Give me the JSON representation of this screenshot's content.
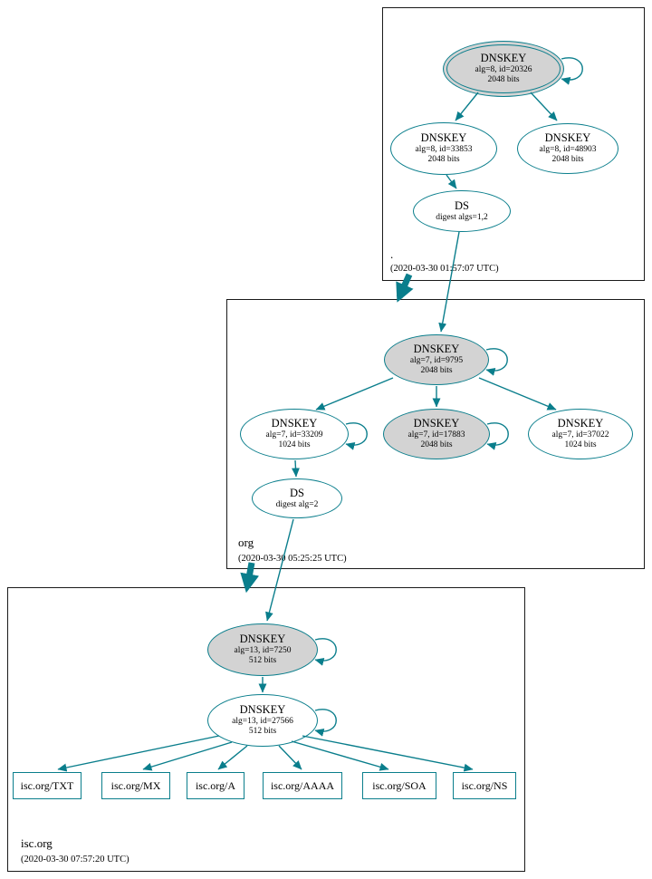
{
  "colors": {
    "edge": "#0a7e8c",
    "node_border": "#0a7e8c",
    "ksk_fill": "#d3d3d3",
    "background": "#ffffff"
  },
  "zones": [
    {
      "label": ".",
      "timestamp": "(2020-03-30 01:57:07 UTC)",
      "nodes": {
        "ksk": {
          "title": "DNSKEY",
          "detail": "alg=8, id=20326",
          "bits": "2048 bits"
        },
        "zsk1": {
          "title": "DNSKEY",
          "detail": "alg=8, id=33853",
          "bits": "2048 bits"
        },
        "zsk2": {
          "title": "DNSKEY",
          "detail": "alg=8, id=48903",
          "bits": "2048 bits"
        },
        "ds": {
          "title": "DS",
          "detail": "digest algs=1,2"
        }
      }
    },
    {
      "label": "org",
      "timestamp": "(2020-03-30 05:25:25 UTC)",
      "nodes": {
        "ksk": {
          "title": "DNSKEY",
          "detail": "alg=7, id=9795",
          "bits": "2048 bits"
        },
        "zsk1": {
          "title": "DNSKEY",
          "detail": "alg=7, id=33209",
          "bits": "1024 bits"
        },
        "ksk2": {
          "title": "DNSKEY",
          "detail": "alg=7, id=17883",
          "bits": "2048 bits"
        },
        "zsk2": {
          "title": "DNSKEY",
          "detail": "alg=7, id=37022",
          "bits": "1024 bits"
        },
        "ds": {
          "title": "DS",
          "detail": "digest alg=2"
        }
      }
    },
    {
      "label": "isc.org",
      "timestamp": "(2020-03-30 07:57:20 UTC)",
      "nodes": {
        "ksk": {
          "title": "DNSKEY",
          "detail": "alg=13, id=7250",
          "bits": "512 bits"
        },
        "zsk": {
          "title": "DNSKEY",
          "detail": "alg=13, id=27566",
          "bits": "512 bits"
        },
        "rrsets": [
          {
            "label": "isc.org/TXT"
          },
          {
            "label": "isc.org/MX"
          },
          {
            "label": "isc.org/A"
          },
          {
            "label": "isc.org/AAAA"
          },
          {
            "label": "isc.org/SOA"
          },
          {
            "label": "isc.org/NS"
          }
        ]
      }
    }
  ]
}
